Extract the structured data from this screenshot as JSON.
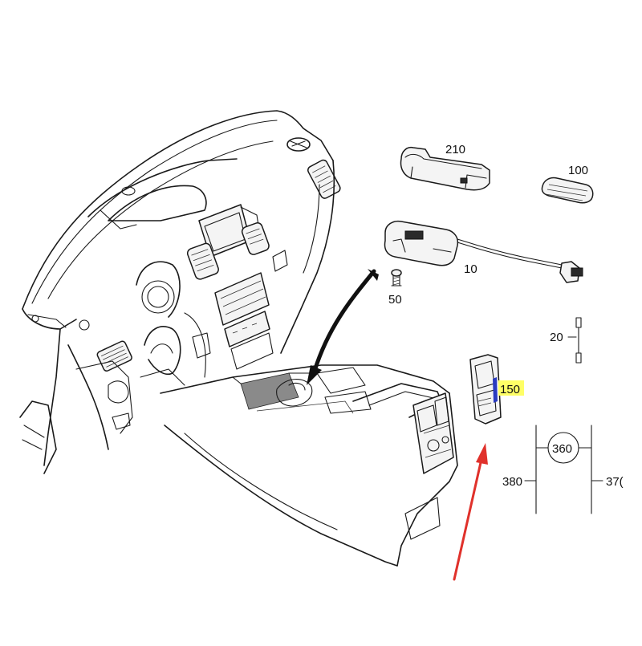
{
  "labels": {
    "p210": "210",
    "p100": "100",
    "p10": "10",
    "p50": "50",
    "p20": "20",
    "p150": "150",
    "p360": "360",
    "p380": "380",
    "p370": "37("
  },
  "colors": {
    "highlight": "#ffff66",
    "arrow_red": "#e0312b",
    "arrow_black": "#111111",
    "line": "#1a1a1a"
  }
}
